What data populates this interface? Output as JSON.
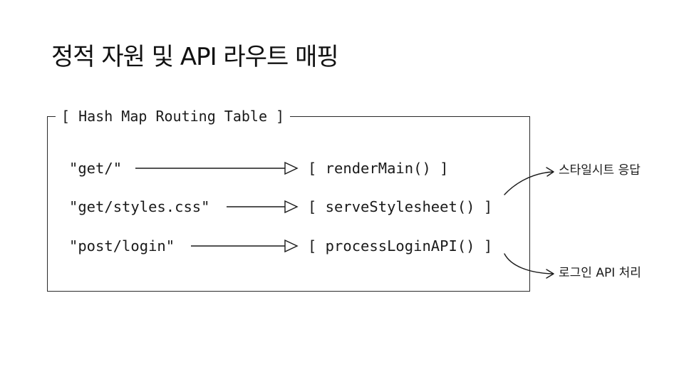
{
  "title": "정적 자원 및 API 라우트 매핑",
  "table_label": "[ Hash Map Routing Table ]",
  "routes": [
    {
      "key": "\"get/\"",
      "handler": "[ renderMain() ]"
    },
    {
      "key": "\"get/styles.css\"",
      "handler": "[ serveStylesheet() ]"
    },
    {
      "key": "\"post/login\"",
      "handler": "[ processLoginAPI() ]"
    }
  ],
  "annotations": [
    {
      "text": "스타일시트 응답"
    },
    {
      "text": "로그인 API 처리"
    }
  ],
  "colors": {
    "ink": "#1a1a1a",
    "background": "#ffffff"
  }
}
